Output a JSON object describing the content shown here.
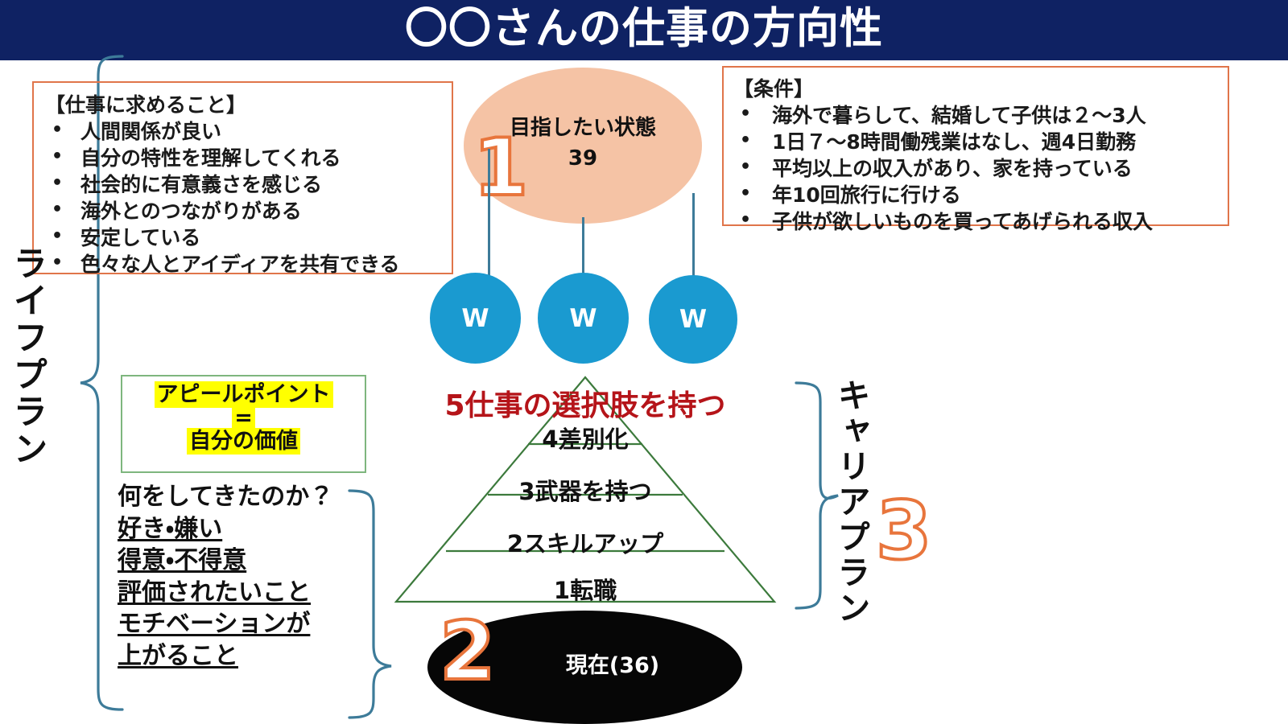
{
  "header": {
    "title": "〇〇さんの仕事の方向性",
    "bg_color": "#0F2263",
    "text_color": "#FFFFFF"
  },
  "left_box": {
    "heading": "【仕事に求めること】",
    "items": [
      "人間関係が良い",
      "自分の特性を理解してくれる",
      "社会的に有意義さを感じる",
      "海外とのつながりがある",
      "安定している",
      "色々な人とアイディアを共有できる"
    ],
    "border_color": "#E0754A"
  },
  "right_box": {
    "heading": "【条件】",
    "items": [
      "海外で暮らして、結婚して子供は２〜3人",
      "1日７〜8時間働残業はなし、週4日勤務",
      "平均以上の収入があり、家を持っている",
      "年10回旅行に行ける",
      "子供が欲しいものを買ってあげられる収入"
    ],
    "border_color": "#E0754A"
  },
  "goal_ellipse": {
    "line1": "目指したい状態",
    "line2": "39",
    "fill_color": "#F5C3A5"
  },
  "step_numbers": {
    "one": "1",
    "two": "2",
    "three": "3",
    "outline_color": "#E8753C"
  },
  "w_circles": [
    {
      "label": "W"
    },
    {
      "label": "W"
    },
    {
      "label": "W"
    }
  ],
  "w_circle_color": "#1A9AD0",
  "pyramid": {
    "top_label": "5仕事の選択肢を持つ",
    "top_label_color": "#B51419",
    "outline_color": "#3C7A3C",
    "levels": [
      {
        "label": "4差別化"
      },
      {
        "label": "3武器を持つ"
      },
      {
        "label": "2スキルアップ"
      },
      {
        "label": "1転職"
      }
    ]
  },
  "appeal_box": {
    "line1": "アピールポイント",
    "line2": "=",
    "line3": "自分の価値",
    "highlight_color": "#FFFF00",
    "border_color": "#7EB67E"
  },
  "question_list": {
    "items": [
      {
        "text": "何をしてきたのか？",
        "underline": false
      },
      {
        "text": "好き・嫌い",
        "underline": true
      },
      {
        "text": "得意・不得意",
        "underline": true
      },
      {
        "text": "評価されたいこと",
        "underline": true
      },
      {
        "text": "モチベーションが",
        "underline": true
      },
      {
        "text": "上がること",
        "underline": true
      }
    ]
  },
  "now_ellipse": {
    "label": "現在(36)",
    "fill_color": "#060606",
    "text_color": "#FFFFFF"
  },
  "side_labels": {
    "left": "ライフプラン",
    "right": "キャリアプラン"
  },
  "connector_color": "#3D7B99"
}
